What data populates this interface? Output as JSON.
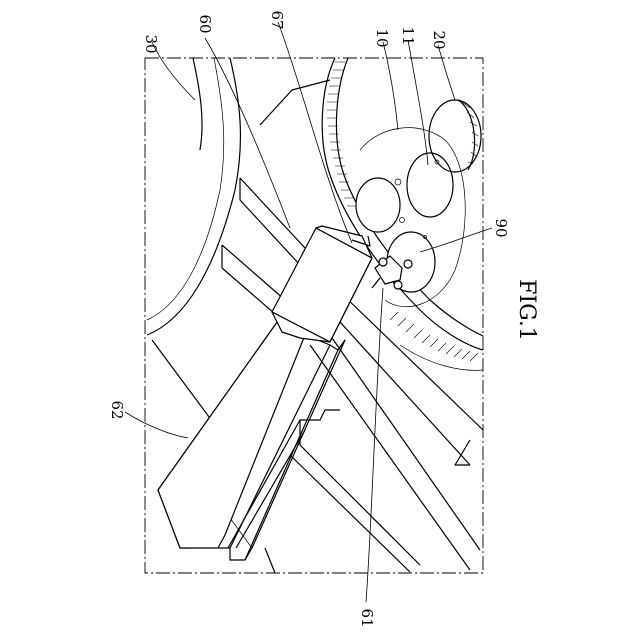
{
  "figure": {
    "caption": "FIG.1",
    "reference_numerals": [
      "30",
      "60",
      "67",
      "10",
      "11",
      "20",
      "90",
      "62",
      "61"
    ]
  },
  "colors": {
    "ink": "#000000",
    "paper": "#ffffff"
  }
}
